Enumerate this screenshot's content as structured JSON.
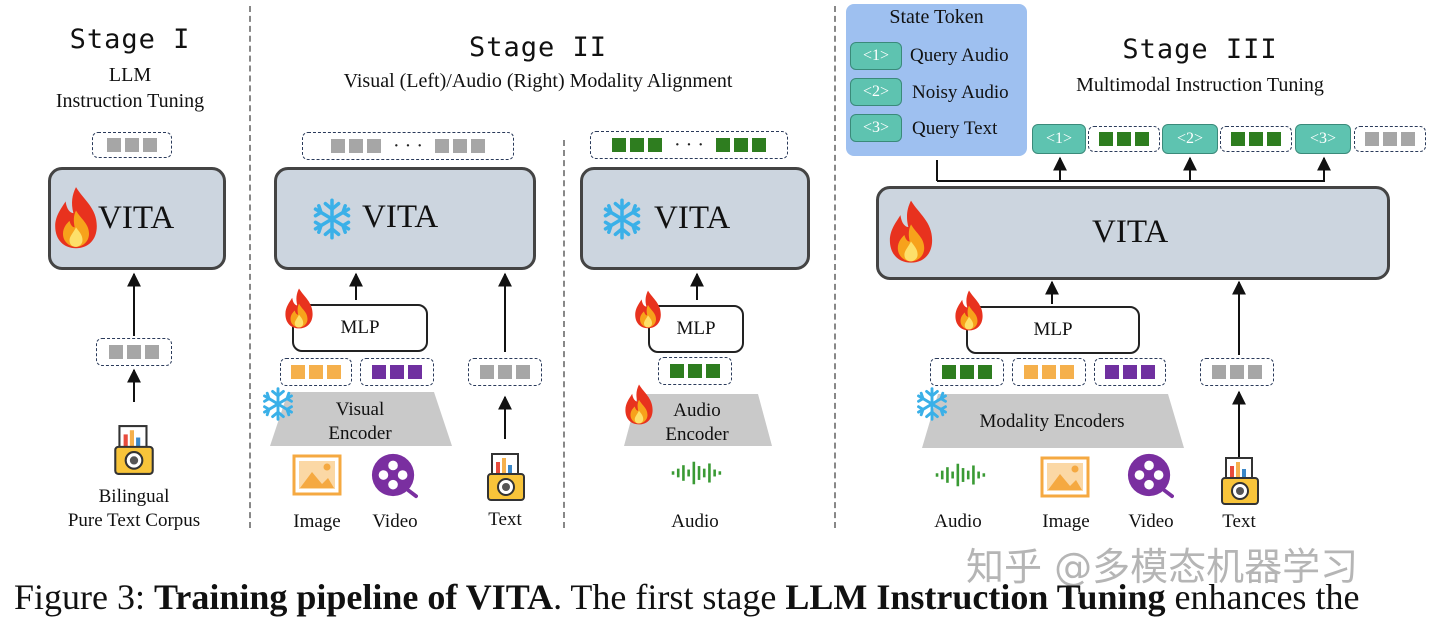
{
  "stage1": {
    "title": "Stage I",
    "sub1": "LLM",
    "sub2": "Instruction Tuning",
    "vita": "VITA",
    "corpus1": "Bilingual",
    "corpus2": "Pure Text Corpus"
  },
  "stage2": {
    "title": "Stage II",
    "subtitle": "Visual (Left)/Audio (Right) Modality Alignment",
    "vita_left": "VITA",
    "vita_right": "VITA",
    "mlp_left": "MLP",
    "mlp_right": "MLP",
    "visual_encoder_1": "Visual",
    "visual_encoder_2": "Encoder",
    "audio_encoder_1": "Audio",
    "audio_encoder_2": "Encoder",
    "label_image": "Image",
    "label_video": "Video",
    "label_text": "Text",
    "label_audio": "Audio",
    "ellipsis": "· · ·"
  },
  "stage3": {
    "title": "Stage III",
    "subtitle": "Multimodal Instruction Tuning",
    "vita": "VITA",
    "mlp": "MLP",
    "encoders": "Modality Encoders",
    "label_audio": "Audio",
    "label_image": "Image",
    "label_video": "Video",
    "label_text": "Text",
    "tok1": "<1>",
    "tok2": "<2>",
    "tok3": "<3>"
  },
  "state_token": {
    "title": "State Token",
    "items": [
      {
        "token": "<1>",
        "label": "Query Audio"
      },
      {
        "token": "<2>",
        "label": "Noisy Audio"
      },
      {
        "token": "<3>",
        "label": "Query Text"
      }
    ]
  },
  "caption": {
    "prefix": "Figure 3:  ",
    "bold1": "Training pipeline of VITA",
    "mid": ". The first stage ",
    "bold2": "LLM Instruction Tuning",
    "suffix": " enhances the"
  },
  "watermark": "知乎 @多模态机器学习",
  "colors": {
    "vita_fill": "#ccd5df",
    "state_box": "#9ec0f0",
    "state_token": "#5ec3b0",
    "text_token": "#a6a6a6",
    "visual_token": "#f5b04c",
    "video_token": "#7030a0",
    "audio_token": "#2e7d1f"
  }
}
